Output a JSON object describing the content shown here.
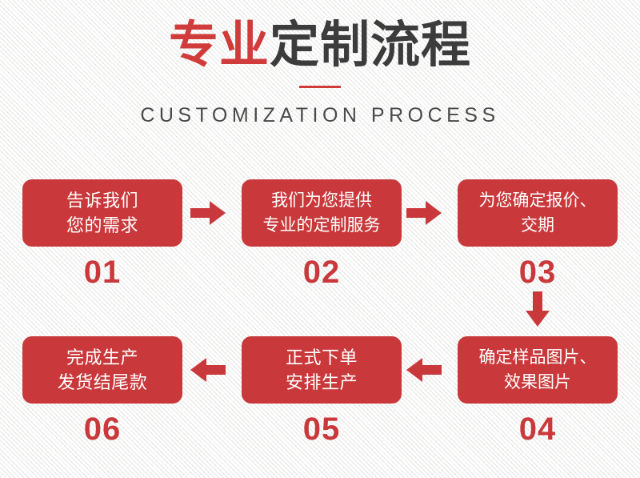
{
  "header": {
    "title_highlight": "专业",
    "title_rest": "定制流程",
    "subtitle": "CUSTOMIZATION PROCESS",
    "divider": "title-divider"
  },
  "colors": {
    "brand_red": "#c9393b",
    "title_red": "#cf3c3b",
    "title_dark": "#3c3c3c",
    "subtitle_gray": "#4a4a4a",
    "box_text": "#ffffff",
    "background": "#f3f3f2"
  },
  "chart_data": {
    "type": "diagram",
    "title": "专业定制流程",
    "subtitle": "CUSTOMIZATION PROCESS",
    "layout": "boustrophedon-2-rows-3-columns",
    "steps": [
      {
        "number": "01",
        "lines": [
          "告诉我们",
          "您的需求"
        ],
        "row": 1,
        "col": 1
      },
      {
        "number": "02",
        "lines": [
          "我们为您提供",
          "专业的定制服务"
        ],
        "row": 1,
        "col": 2
      },
      {
        "number": "03",
        "lines": [
          "为您确定报价、",
          "交期"
        ],
        "row": 1,
        "col": 3
      },
      {
        "number": "04",
        "lines": [
          "确定样品图片、",
          "效果图片"
        ],
        "row": 2,
        "col": 3
      },
      {
        "number": "05",
        "lines": [
          "正式下单",
          "安排生产"
        ],
        "row": 2,
        "col": 2
      },
      {
        "number": "06",
        "lines": [
          "完成生产",
          "发货结尾款"
        ],
        "row": 2,
        "col": 1
      }
    ],
    "connectors": [
      {
        "from": "01",
        "to": "02",
        "direction": "right"
      },
      {
        "from": "02",
        "to": "03",
        "direction": "right"
      },
      {
        "from": "03",
        "to": "04",
        "direction": "down"
      },
      {
        "from": "04",
        "to": "05",
        "direction": "left"
      },
      {
        "from": "05",
        "to": "06",
        "direction": "left"
      }
    ]
  }
}
